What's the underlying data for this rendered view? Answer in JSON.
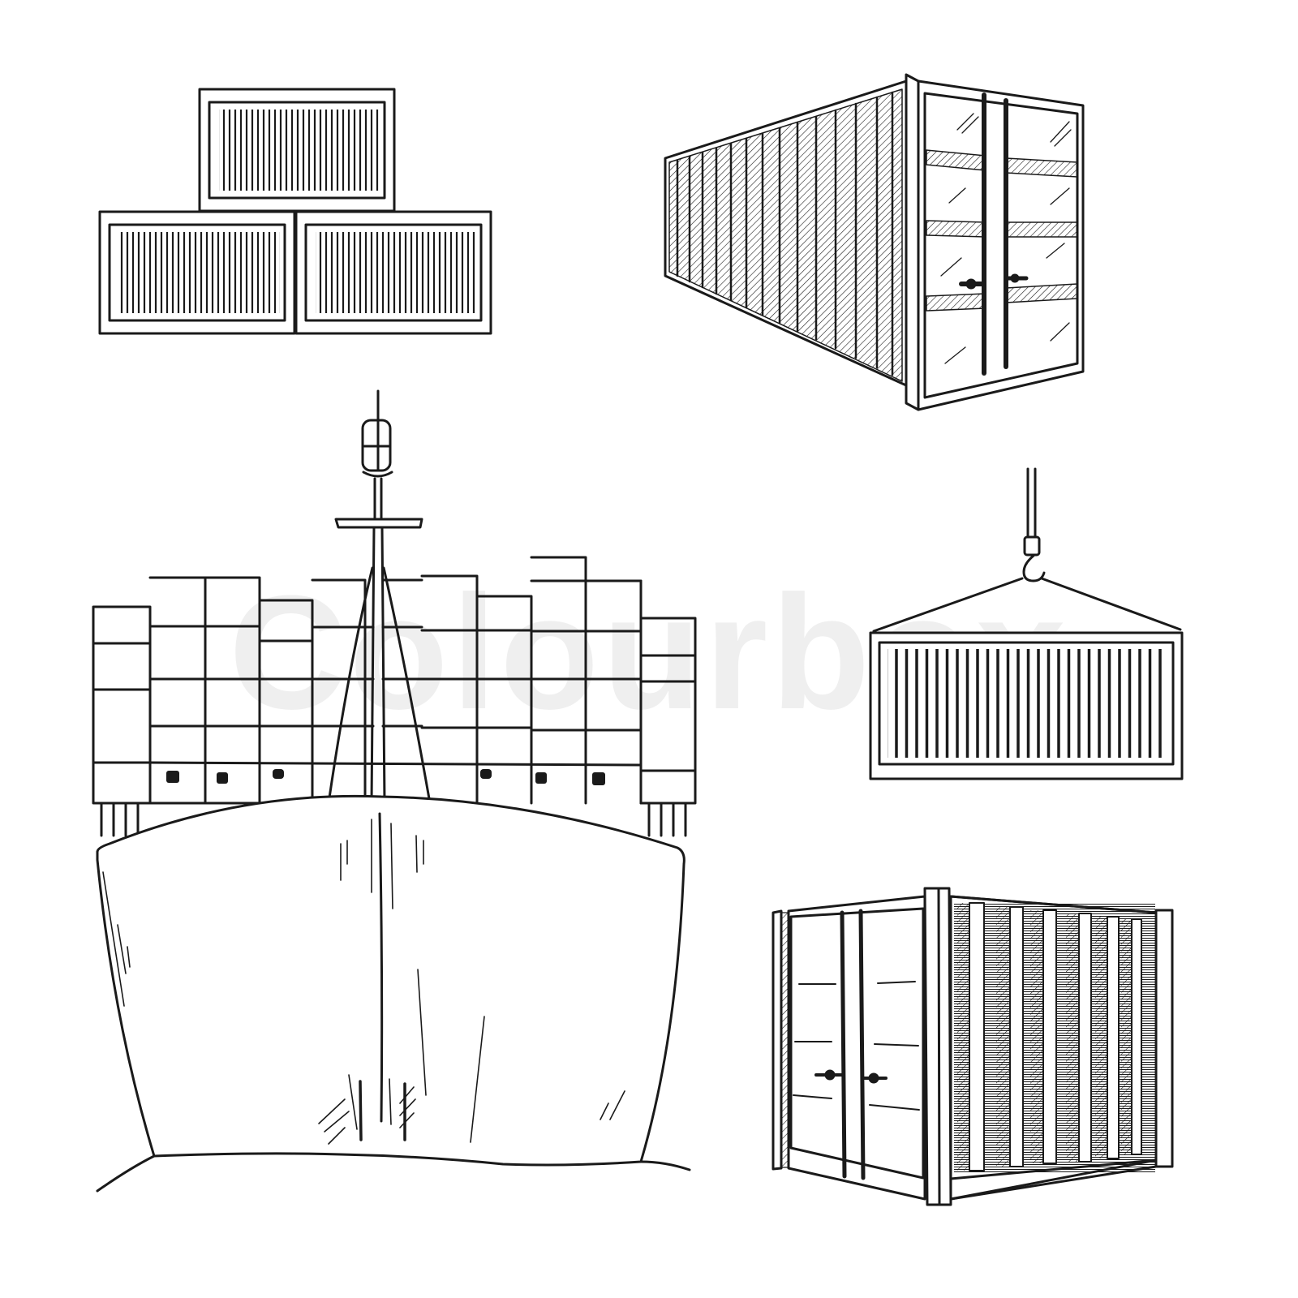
{
  "illustration": {
    "subject": "Shipping containers and cargo ship sketch set",
    "stroke_color": "#1a1a1a",
    "background_color": "#ffffff",
    "watermark": "Colourbox",
    "items": [
      {
        "name": "stacked-containers",
        "count": 3
      },
      {
        "name": "long-container-perspective"
      },
      {
        "name": "cargo-ship-front-view"
      },
      {
        "name": "container-hanging-from-hook"
      },
      {
        "name": "short-container-perspective"
      }
    ]
  }
}
